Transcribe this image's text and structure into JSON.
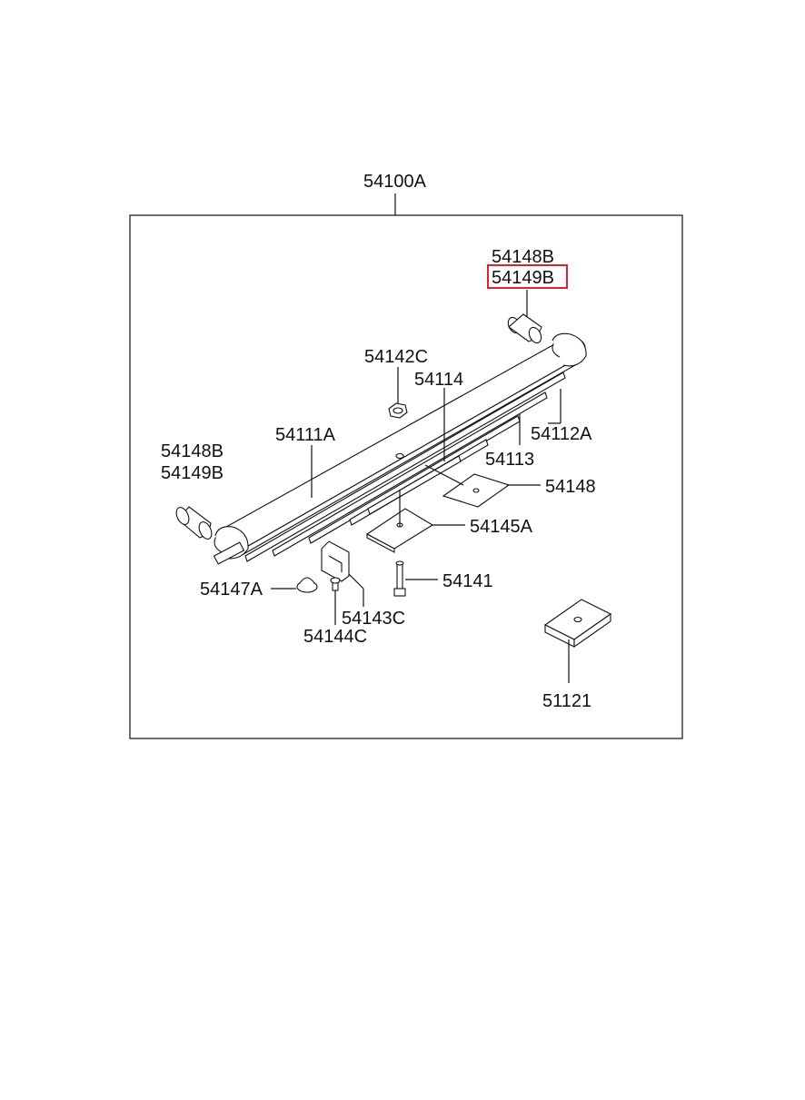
{
  "assembly": {
    "label": "54100A"
  },
  "callouts": {
    "c54148B_top": "54148B",
    "c54149B_top": "54149B",
    "c54142C": "54142C",
    "c54114": "54114",
    "c54111A": "54111A",
    "c54112A": "54112A",
    "c54113": "54113",
    "c54148": "54148",
    "c54148B_left": "54148B",
    "c54149B_left": "54149B",
    "c54145A": "54145A",
    "c54147A": "54147A",
    "c54141": "54141",
    "c54143C": "54143C",
    "c54144C": "54144C",
    "c51121": "51121"
  },
  "highlight": {
    "target": "54149B",
    "color": "#e0202a"
  }
}
